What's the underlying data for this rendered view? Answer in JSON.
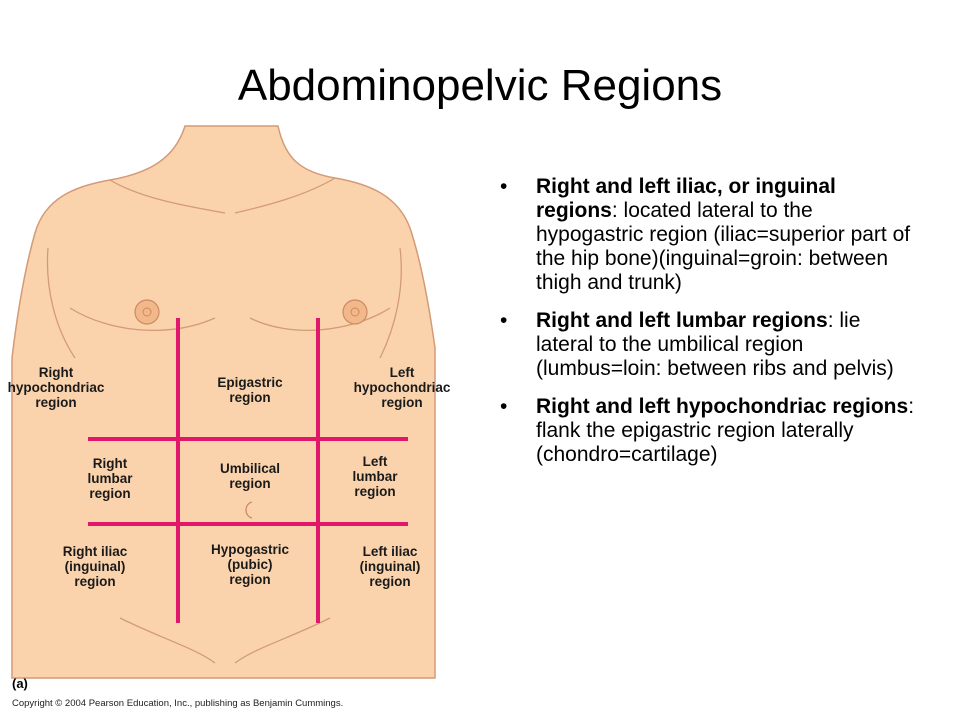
{
  "title": "Abdominopelvic Regions",
  "figure": {
    "regions": [
      [
        "Right",
        "hypochondriac",
        "region"
      ],
      [
        "Epigastric",
        "region"
      ],
      [
        "Left",
        "hypochondriac",
        "region"
      ],
      [
        "Right",
        "lumbar",
        "region"
      ],
      [
        "Umbilical",
        "region"
      ],
      [
        "Left",
        "lumbar",
        "region"
      ],
      [
        "Right iliac",
        "(inguinal)",
        "region"
      ],
      [
        "Hypogastric",
        "(pubic)",
        "region"
      ],
      [
        "Left iliac",
        "(inguinal)",
        "region"
      ]
    ],
    "figure_letter": "(a)",
    "copyright": "Copyright © 2004 Pearson Education, Inc., publishing as Benjamin Cummings.",
    "colors": {
      "skin": "#fad3ad",
      "outline": "#d49a76",
      "grid": "#e0176b"
    }
  },
  "bullets": [
    {
      "term": "Right and left iliac, or inguinal regions",
      "desc": ": located lateral to the hypogastric region (iliac=superior part of the hip bone)(inguinal=groin: between thigh and trunk)"
    },
    {
      "term": "Right and left lumbar regions",
      "desc": ": lie lateral to the umbilical region (lumbus=loin: between ribs and pelvis)"
    },
    {
      "term": "Right and left hypochondriac regions",
      "desc": ": flank the epigastric region laterally (chondro=cartilage)"
    }
  ],
  "bullet_glyph": "•"
}
